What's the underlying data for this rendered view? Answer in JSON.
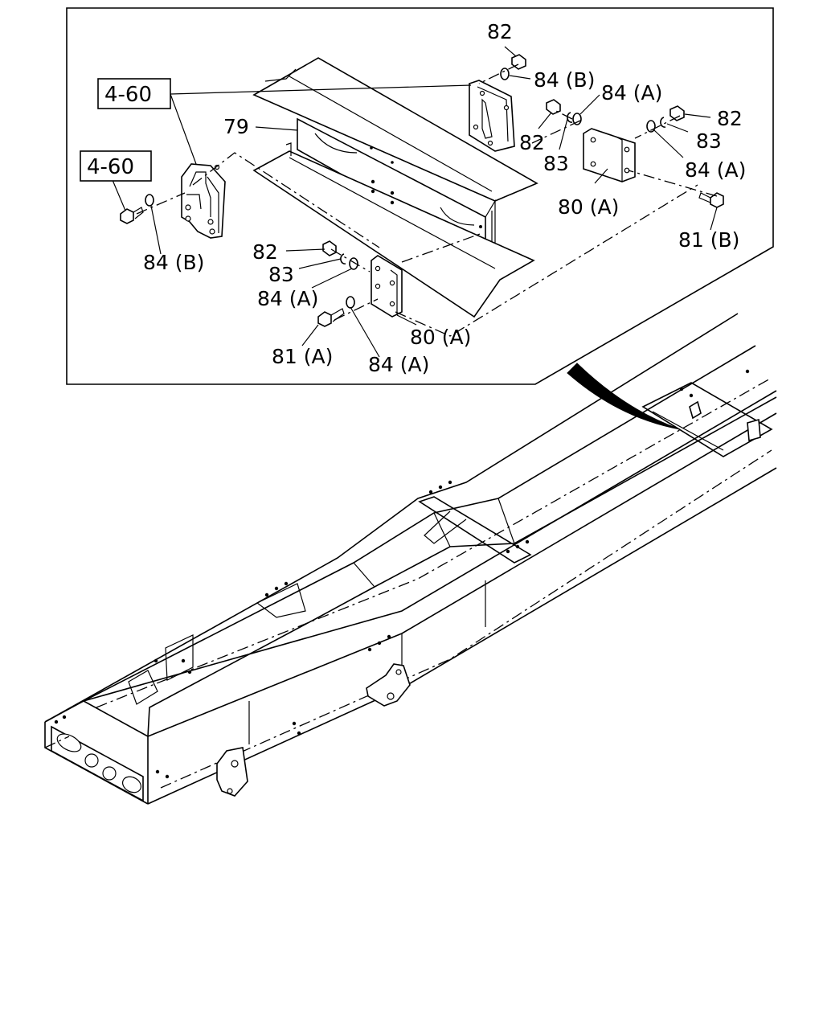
{
  "callouts": {
    "ref_box_upper": "4-60",
    "ref_box_lower": "4-60",
    "p79": "79",
    "p82_top": "82",
    "p84b_top": "84 (B)",
    "p84a_upper": "84 (A)",
    "p82_right": "82",
    "p82_mid": "82",
    "p83_right": "83",
    "p83_mid": "83",
    "p84a_right": "84 (A)",
    "p80a_right": "80 (A)",
    "p81b": "81 (B)",
    "p84b_left": "84 (B)",
    "p82_lower": "82",
    "p83_lower": "83",
    "p84a_lower": "84 (A)",
    "p80a_lower": "80 (A)",
    "p81a": "81 (A)",
    "p84a_bottom": "84 (A)"
  }
}
